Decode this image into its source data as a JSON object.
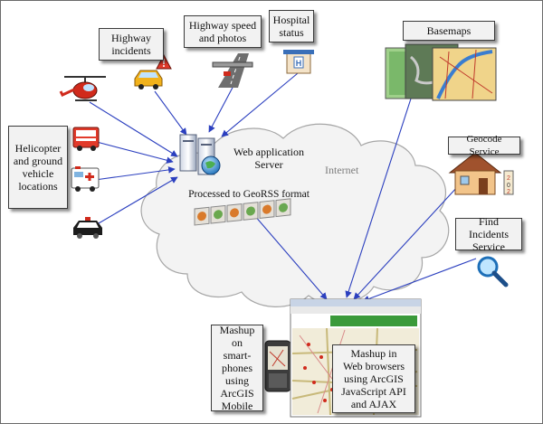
{
  "title": "",
  "labels": {
    "highway_incidents": "Highway\nincidents",
    "highway_speed": "Highway speed\nand photos",
    "hospital_status": "Hospital\nstatus",
    "vehicle_locations": "Helicopter\nand ground\nvehicle\nlocations",
    "web_app_server": "Web application\nServer",
    "georss": "Processed to GeoRSS format",
    "internet": "Internet",
    "basemaps": "Basemaps",
    "geocode": "Geocode Service",
    "find_incidents": "Find Incidents\nService",
    "mashup_phones": "Mashup on\nsmart-\nphones\nusing\nArcGIS\nMobile",
    "mashup_browsers": "Mashup in\nWeb browsers\nusing ArcGIS\nJavaScript API\nand AJAX"
  },
  "icons": [
    "helicopter-icon",
    "fire-truck-icon",
    "ambulance-icon",
    "police-car-icon",
    "taxi-car-icon",
    "alert-triangle-icon",
    "highway-road-icon",
    "hospital-icon",
    "server-icon",
    "globe-icon",
    "basemap-thumbnails-icon",
    "house-icon",
    "magnifier-icon",
    "smartphone-icon",
    "browser-window-icon",
    "rss-feed-icon"
  ],
  "colors": {
    "arrow": "#2b3fbf",
    "cloud_fill": "#f3f3f3",
    "cloud_stroke": "#a6a6a6",
    "box_fill": "#f2f2f2"
  }
}
